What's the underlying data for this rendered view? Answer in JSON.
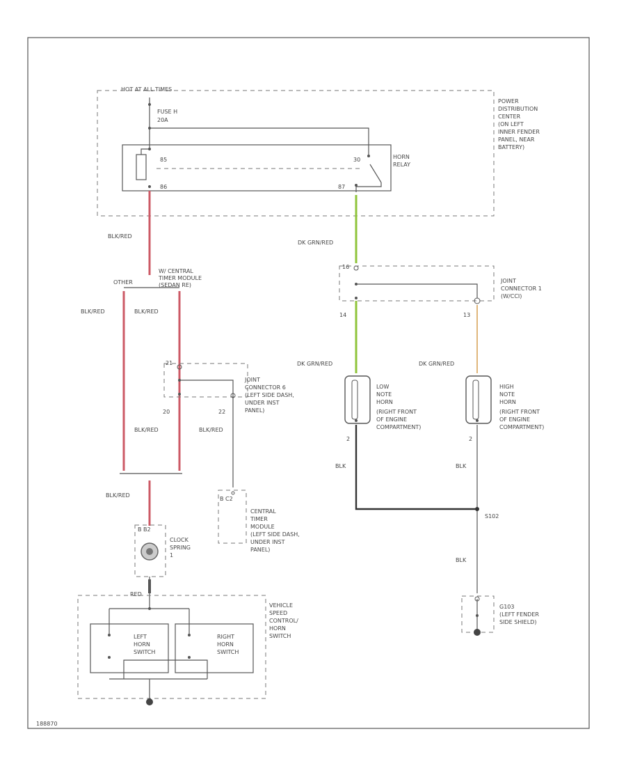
{
  "colors": {
    "bk_red": "#cc5a66",
    "dk_grn_red": "#8fc43a",
    "orange": "#d9a35a",
    "blk": "#333333"
  },
  "labels": {
    "hot": "HOT AT ALL TIMES",
    "fuse_a": "FUSE H",
    "fuse_b": "20A",
    "pdc": [
      "POWER",
      "DISTRIBUTION",
      "CENTER",
      "(ON LEFT",
      "INNER FENDER",
      "PANEL, NEAR",
      "BATTERY)"
    ],
    "horn_relay": [
      "HORN",
      "RELAY"
    ],
    "pin_85": "85",
    "pin_86": "86",
    "pin_30": "30",
    "pin_87": "87",
    "w_bkred_1": "BLK/RED",
    "w_dkgrnred_1": "DK GRN/RED",
    "ctm_top": [
      "W/ CENTRAL",
      "TIMER MODULE",
      "(SEDAN RE)"
    ],
    "other": "OTHER",
    "w_bkred_2": "BLK/RED",
    "w_bkred_3": "BLK/RED",
    "joint1": [
      "JOINT",
      "CONNECTOR 1",
      "(W/CCI)"
    ],
    "pin_16": "16",
    "pin_14": "14",
    "pin_13": "13",
    "w_dkgrnred_2": "DK GRN/RED",
    "w_dkgrnred_3": "DK GRN/RED",
    "pin_21": "21",
    "pin_20": "20",
    "pin_22": "22",
    "joint6": [
      "JOINT",
      "CONNECTOR 6",
      "(LEFT SIDE DASH,",
      "UNDER INST",
      "PANEL)"
    ],
    "w_bkred_4": "BLK/RED",
    "w_bkred_5": "BLK/RED",
    "low_horn": [
      "LOW",
      "NOTE",
      "HORN",
      "(RIGHT FRONT",
      "OF ENGINE",
      "COMPARTMENT)"
    ],
    "high_horn": [
      "HIGH",
      "NOTE",
      "HORN",
      "(RIGHT FRONT",
      "OF ENGINE",
      "COMPARTMENT)"
    ],
    "pin_2a": "2",
    "pin_2b": "2",
    "w_blk_1": "BLK",
    "w_blk_2": "BLK",
    "w_blk_3": "BLK",
    "s102": "S102",
    "w_bkred_6": "BLK/RED",
    "ctm_pins": "B  C2",
    "ctm": [
      "CENTRAL",
      "TIMER",
      "MODULE",
      "(LEFT SIDE DASH,",
      "UNDER INST",
      "PANEL)"
    ],
    "clock_pins": "B  B2",
    "clock": [
      "CLOCK",
      "SPRING",
      "1"
    ],
    "g103": [
      "G103",
      "(LEFT FENDER",
      "SIDE SHIELD)"
    ],
    "w_red": "RED",
    "vsc": [
      "VEHICLE",
      "SPEED",
      "CONTROL/",
      "HORN",
      "SWITCH"
    ],
    "left_sw": [
      "LEFT",
      "HORN",
      "SWITCH"
    ],
    "right_sw": [
      "RIGHT",
      "HORN",
      "SWITCH"
    ],
    "footer": "188870"
  }
}
